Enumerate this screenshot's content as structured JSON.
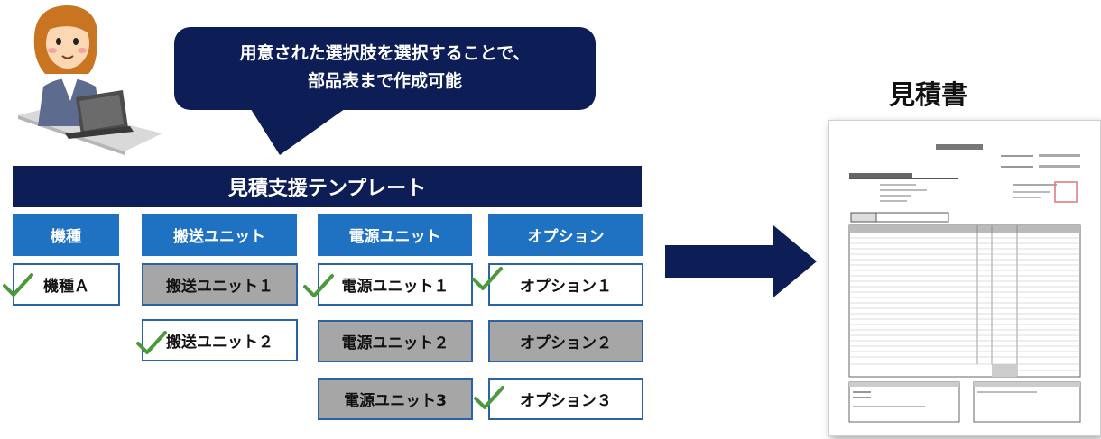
{
  "bubble": {
    "line1": "用意された選択肢を選択することで、",
    "line2": "部品表まで作成可能"
  },
  "template_title": "見積支援テンプレート",
  "columns": [
    {
      "header": "機種",
      "options": [
        {
          "label": "機種Ａ",
          "selected": true
        }
      ]
    },
    {
      "header": "搬送ユニット",
      "options": [
        {
          "label": "搬送ユニット１",
          "selected": false
        },
        {
          "label": "搬送ユニット２",
          "selected": true
        }
      ]
    },
    {
      "header": "電源ユニット",
      "options": [
        {
          "label": "電源ユニット１",
          "selected": true
        },
        {
          "label": "電源ユニット２",
          "selected": false
        },
        {
          "label": "電源ユニット3",
          "selected": false
        }
      ]
    },
    {
      "header": "オプション",
      "options": [
        {
          "label": "オプション１",
          "selected": true
        },
        {
          "label": "オプション２",
          "selected": false
        },
        {
          "label": "オプション３",
          "selected": true
        }
      ]
    }
  ],
  "output_title": "見積書",
  "colors": {
    "navy": "#0d1e57",
    "header_blue": "#1f71c1",
    "box_border": "#2a63a8",
    "unselected_gray": "#a6a6a6",
    "check_green": "#4a9a3c"
  }
}
